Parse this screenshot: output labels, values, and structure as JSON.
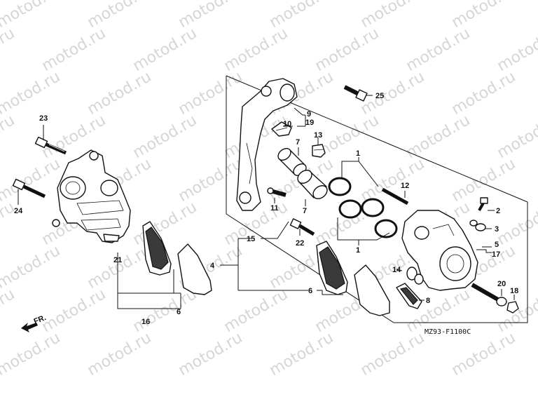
{
  "diagram": {
    "watermark": "motod.ru",
    "code": "MZ93-F1100C",
    "direction_label": "FR.",
    "callouts": {
      "c1a": "1",
      "c1b": "1",
      "c2": "2",
      "c3": "3",
      "c4": "4",
      "c5": "5",
      "c6a": "6",
      "c6b": "6",
      "c7a": "7",
      "c7b": "7",
      "c8": "8",
      "c9": "9",
      "c10": "10",
      "c11": "11",
      "c12": "12",
      "c13": "13",
      "c14": "14",
      "c15": "15",
      "c16": "16",
      "c17": "17",
      "c18": "18",
      "c19": "19",
      "c20": "20",
      "c21": "21",
      "c22": "22",
      "c23": "23",
      "c24": "24",
      "c25": "25"
    }
  }
}
